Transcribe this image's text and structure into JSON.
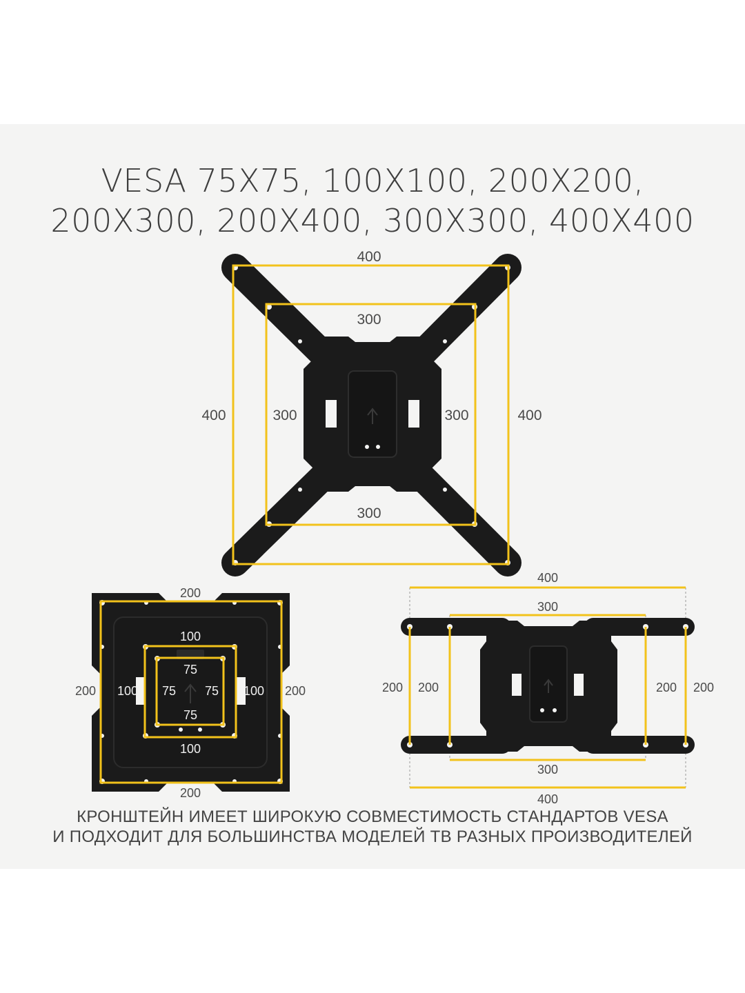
{
  "title": {
    "line1": "VESA 75X75, 100X100, 200X200,",
    "line2": "200X300, 200X400, 300X300, 400X400"
  },
  "caption": {
    "line1": "КРОНШТЕЙН ИМЕЕТ ШИРОКУЮ СОВМЕСТИМОСТЬ СТАНДАРТОВ VESA",
    "line2": "И ПОДХОДИТ ДЛЯ БОЛЬШИНСТВА МОДЕЛЕЙ ТВ РАЗНЫХ ПРОИЗВОДИТЕЛЕЙ"
  },
  "colors": {
    "accent_yellow": "#f2c21b",
    "bracket_black": "#1b1b1b",
    "background": "#f4f4f3"
  },
  "top_bracket": {
    "outer_top": "400",
    "inner_top": "300",
    "inner_bottom": "300",
    "outer_left": "400",
    "inner_left": "300",
    "inner_right": "300",
    "outer_right": "400"
  },
  "plate": {
    "top_200": "200",
    "bottom_200": "200",
    "left_200": "200",
    "right_200": "200",
    "top_100": "100",
    "bottom_100": "100",
    "left_100": "100",
    "right_100": "100",
    "top_75": "75",
    "bottom_75": "75",
    "left_75": "75",
    "right_75": "75"
  },
  "wide_bracket": {
    "outer_top": "400",
    "inner_top": "300",
    "inner_bottom": "300",
    "outer_bottom": "400",
    "outer_left": "200",
    "inner_left": "200",
    "inner_right": "200",
    "outer_right": "200"
  }
}
